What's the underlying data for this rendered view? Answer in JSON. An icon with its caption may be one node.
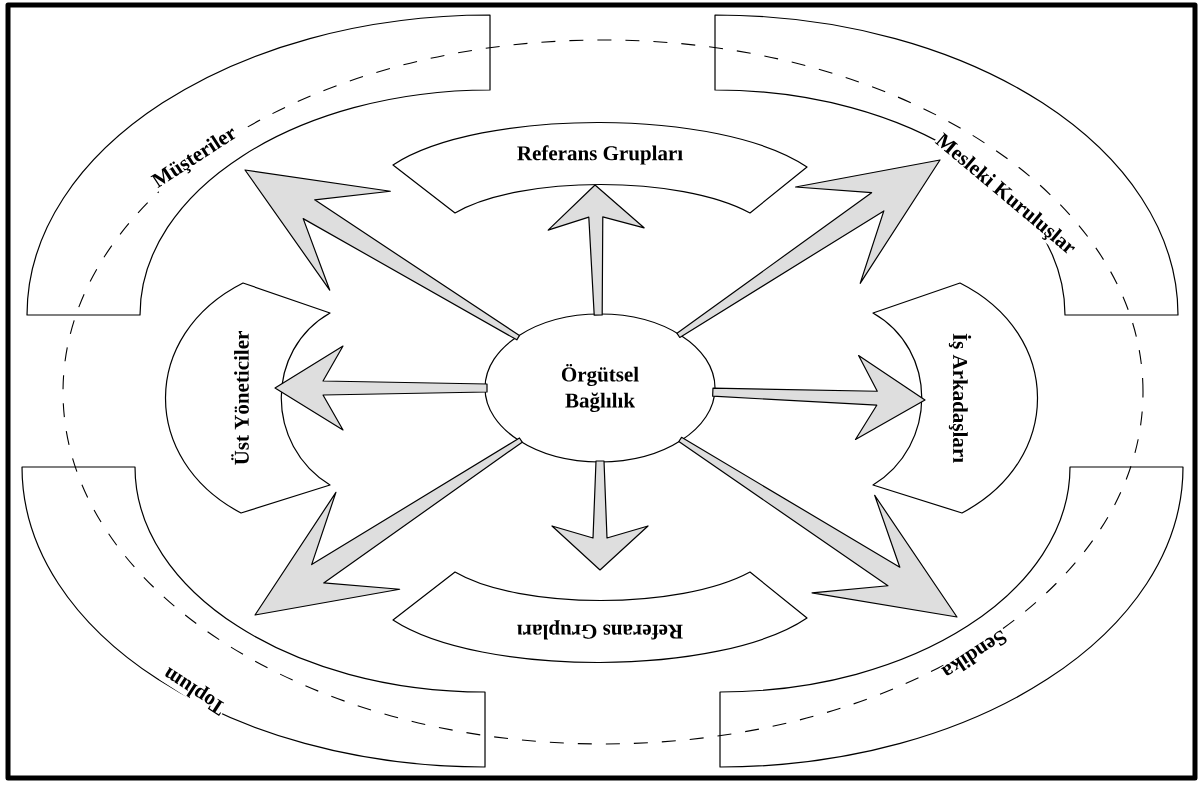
{
  "diagram": {
    "nodes": [
      {
        "text": [
          "Müşteriler"
        ]
      },
      {
        "text": [
          "Referans Grupları"
        ]
      },
      {
        "text": [
          "Mesleki Kuruluşlar"
        ]
      },
      {
        "text": [
          "Üst Yöneticiler"
        ]
      },
      {
        "text": [
          "Örgütsel Bağlılık"
        ]
      },
      {
        "text": [
          "İş Arkadaşları"
        ]
      },
      {
        "text": [
          "Toplum"
        ]
      },
      {
        "text": [
          "Referans Grupları"
        ]
      },
      {
        "text": [
          "Sendika"
        ]
      }
    ],
    "edges": [
      {
        "from": 4,
        "to": 0,
        "arrow": "to"
      },
      {
        "from": 4,
        "to": 1,
        "arrow": "to"
      },
      {
        "from": 4,
        "to": 2,
        "arrow": "to"
      },
      {
        "from": 4,
        "to": 3,
        "arrow": "to"
      },
      {
        "from": 4,
        "to": 5,
        "arrow": "to"
      },
      {
        "from": 4,
        "to": 6,
        "arrow": "to"
      },
      {
        "from": 4,
        "to": 7,
        "arrow": "to"
      },
      {
        "from": 4,
        "to": 8,
        "arrow": "to"
      }
    ]
  }
}
